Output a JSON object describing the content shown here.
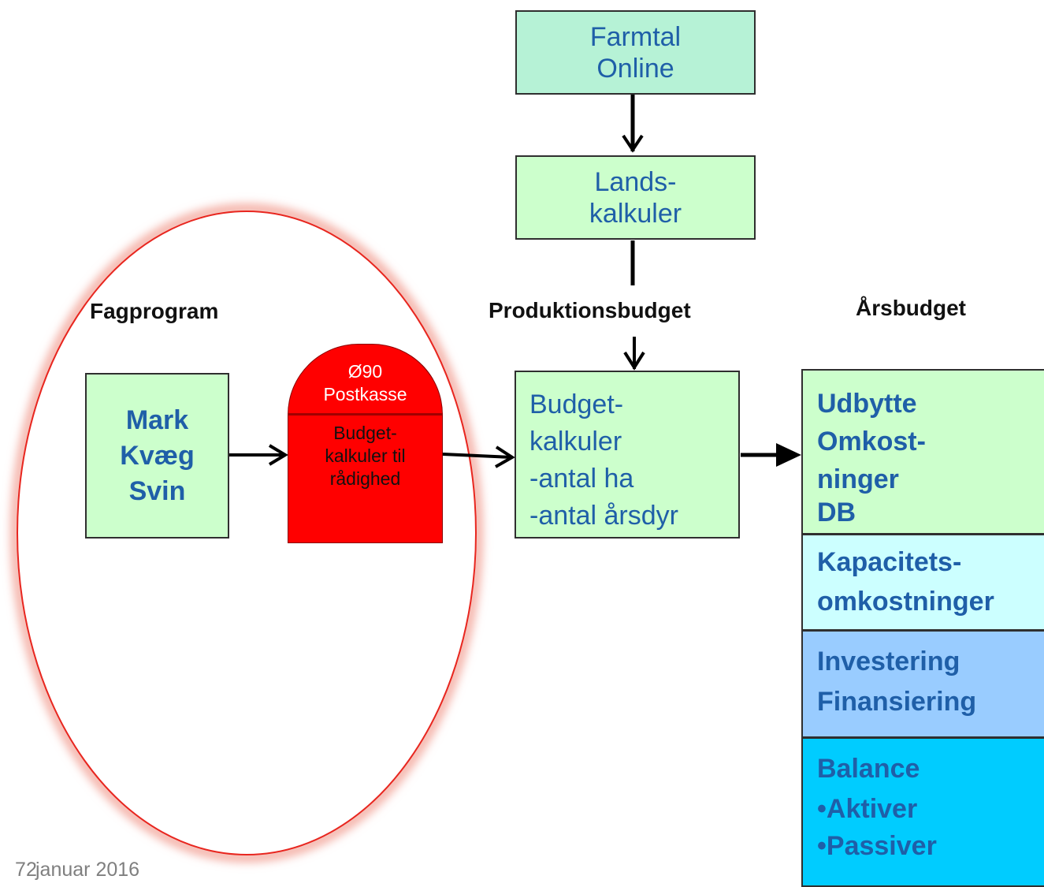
{
  "nodes": {
    "farmtal": [
      "Farmtal",
      "Online"
    ],
    "lands": [
      "Lands-",
      "kalkuler"
    ],
    "budget": [
      "Budget-",
      "kalkuler",
      "-antal ha",
      "-antal årsdyr"
    ],
    "mark": [
      "Mark",
      "Kvæg",
      "Svin"
    ],
    "postkasse_top": [
      "Ø90",
      "Postkasse"
    ],
    "postkasse_body": [
      "Budget-",
      "kalkuler til",
      "rådighed"
    ]
  },
  "labels": {
    "fagprogram": "Fagprogram",
    "produktionsbudget": "Produktionsbudget",
    "aarsbudget": "Årsbudget"
  },
  "aarsbudget_stack": {
    "section1": [
      "Udbytte",
      "Omkost-",
      "ninger",
      "DB"
    ],
    "section2": [
      "Kapacitets-",
      "omkostninger"
    ],
    "section3": [
      "Investering",
      "Finansiering"
    ],
    "section4": {
      "title": "Balance",
      "bullets": [
        "•Aktiver",
        "•Passiver"
      ]
    }
  },
  "footer": {
    "date": "januar 2016",
    "page": "7",
    "slide_number_overlap": "2"
  },
  "colors": {
    "node_green": "#ccffcc",
    "node_teal": "#b6f2d6",
    "postkasse_red": "#ff0000",
    "section_lightcyan": "#ccffff",
    "section_lightblue": "#99ccff",
    "section_cyan": "#00ccff",
    "text_blue": "#1f5fa8",
    "circle_red": "#e8261f"
  }
}
